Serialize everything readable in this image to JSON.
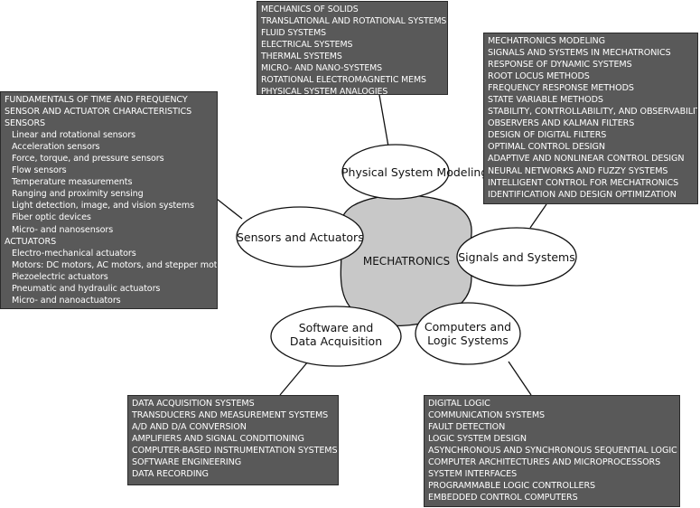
{
  "center": {
    "label": "MECHATRONICS",
    "fill": "#c8c8c8"
  },
  "nodes": {
    "physical": {
      "label": "Physical System Modeling"
    },
    "sensors": {
      "label": "Sensors and Actuators"
    },
    "signals": {
      "label": "Signals and Systems"
    },
    "computers": {
      "label_line1": "Computers and",
      "label_line2": "Logic Systems"
    },
    "software": {
      "label_line1": "Software and",
      "label_line2": "Data Acquisition"
    }
  },
  "boxes": {
    "physical": {
      "items": [
        "MECHANICS OF SOLIDS",
        "TRANSLATIONAL AND ROTATIONAL SYSTEMS",
        "FLUID SYSTEMS",
        "ELECTRICAL SYSTEMS",
        "THERMAL SYSTEMS",
        "MICRO- AND NANO-SYSTEMS",
        "ROTATIONAL ELECTROMAGNETIC MEMS",
        "PHYSICAL SYSTEM ANALOGIES"
      ]
    },
    "signals": {
      "items": [
        "MECHATRONICS MODELING",
        "SIGNALS AND SYSTEMS IN MECHATRONICS",
        "RESPONSE OF DYNAMIC SYSTEMS",
        "ROOT LOCUS METHODS",
        "FREQUENCY RESPONSE METHODS",
        "STATE VARIABLE METHODS",
        "STABILITY, CONTROLLABILITY, AND OBSERVABILITY",
        "OBSERVERS AND KALMAN FILTERS",
        "DESIGN OF DIGITAL FILTERS",
        "OPTIMAL CONTROL DESIGN",
        "ADAPTIVE AND NONLINEAR CONTROL DESIGN",
        "NEURAL NETWORKS AND FUZZY SYSTEMS",
        "INTELLIGENT CONTROL FOR MECHATRONICS",
        "IDENTIFICATION AND DESIGN OPTIMIZATION"
      ]
    },
    "sensors": {
      "items": [
        "FUNDAMENTALS OF TIME AND FREQUENCY",
        "SENSOR AND ACTUATOR CHARACTERISTICS",
        "SENSORS",
        "Linear and rotational sensors",
        "Acceleration sensors",
        "Force, torque, and pressure sensors",
        "Flow sensors",
        "Temperature measurements",
        "Ranging and proximity sensing",
        "Light detection, image, and vision systems",
        "Fiber optic devices",
        "Micro- and nanosensors",
        "ACTUATORS",
        "Electro-mechanical actuators",
        "Motors: DC motors, AC motors, and stepper motors",
        "Piezoelectric actuators",
        "Pneumatic and hydraulic actuators",
        "Micro- and nanoactuators"
      ]
    },
    "software": {
      "items": [
        "DATA ACQUISITION SYSTEMS",
        "TRANSDUCERS AND MEASUREMENT SYSTEMS",
        "A/D AND D/A CONVERSION",
        "AMPLIFIERS AND SIGNAL CONDITIONING",
        "COMPUTER-BASED INSTRUMENTATION SYSTEMS",
        "SOFTWARE ENGINEERING",
        "DATA RECORDING"
      ]
    },
    "computers": {
      "items": [
        "DIGITAL LOGIC",
        "COMMUNICATION SYSTEMS",
        "FAULT DETECTION",
        "LOGIC SYSTEM DESIGN",
        "ASYNCHRONOUS AND SYNCHRONOUS SEQUENTIAL LOGIC",
        "COMPUTER ARCHITECTURES AND MICROPROCESSORS",
        "SYSTEM INTERFACES",
        "PROGRAMMABLE LOGIC CONTROLLERS",
        "EMBEDDED CONTROL COMPUTERS"
      ]
    }
  },
  "colors": {
    "box_fill": "#595959",
    "box_text": "#ffffff",
    "ellipse_fill": "#ffffff",
    "stroke": "#111111"
  }
}
